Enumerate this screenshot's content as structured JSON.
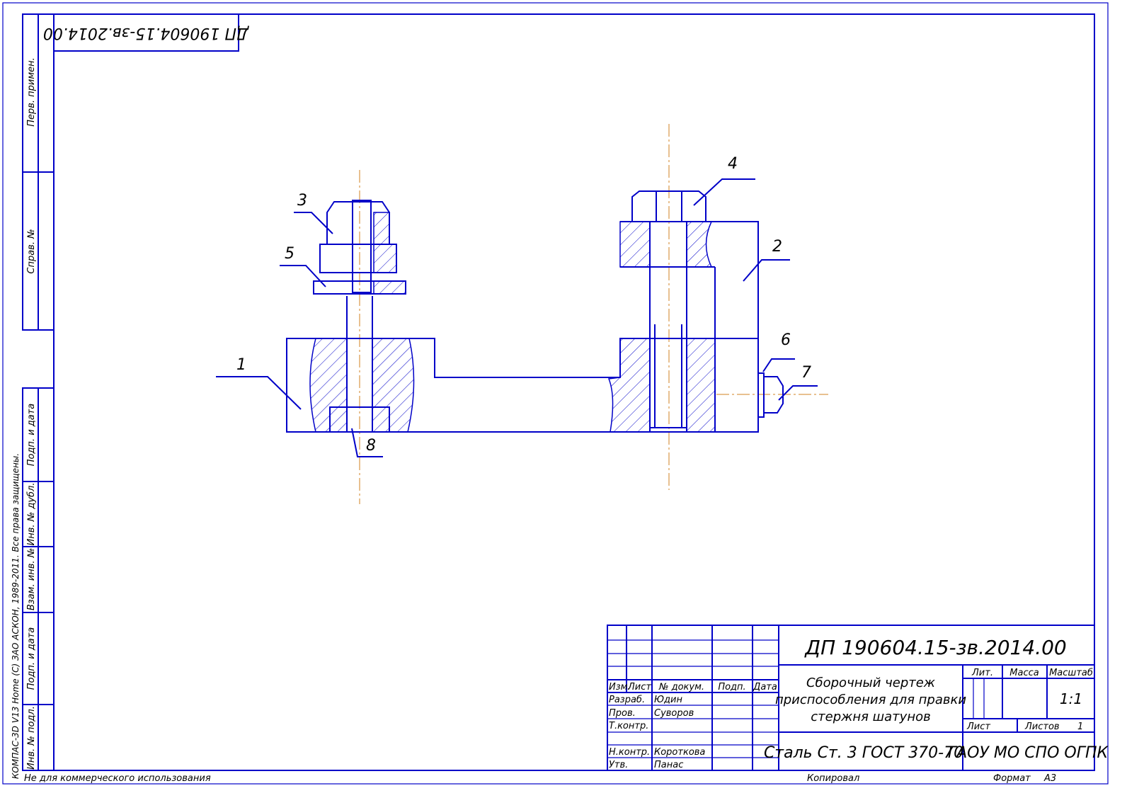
{
  "stamp_rotated": "ДП 190604.15-зв.2014.00",
  "left_strip": {
    "perv_primen": "Перв. примен.",
    "sprav_no": "Справ. №",
    "podp_data_1": "Подп. и дата",
    "inv_dubl": "Инв. № дубл.",
    "vzam_inv": "Взам. инв. №",
    "podp_data_2": "Подп. и дата",
    "inv_podl": "Инв. № подл.",
    "copyright": "КОМПАС-3D V13 Home (С) ЗАО АСКОН, 1989-2011. Все права защищены."
  },
  "callouts": [
    "1",
    "2",
    "3",
    "4",
    "5",
    "6",
    "7",
    "8"
  ],
  "title_block": {
    "designation": "ДП 190604.15-зв.2014.00",
    "name_lines": [
      "Сборочный чертеж",
      "приспособления для правки",
      "стержня шатунов"
    ],
    "material": "Сталь Ст. 3 ГОСТ 370-70",
    "organization": "ГАОУ МО СПО ОГПК",
    "headers": {
      "izm": "Изм.",
      "list": "Лист",
      "doc": "№ докум.",
      "podp": "Подп.",
      "data": "Дата"
    },
    "roles": [
      {
        "role": "Разраб.",
        "name": "Юдин"
      },
      {
        "role": "Пров.",
        "name": "Суворов"
      },
      {
        "role": "Т.контр.",
        "name": ""
      },
      {
        "role": "",
        "name": ""
      },
      {
        "role": "Н.контр.",
        "name": "Короткова"
      },
      {
        "role": "Утв.",
        "name": "Панас"
      }
    ],
    "lit_label": "Лит.",
    "mass_label": "Масса",
    "scale_label": "Масштаб",
    "scale": "1:1",
    "sheet_label": "Лист",
    "sheets_label": "Листов",
    "sheets": "1"
  },
  "footer": {
    "noncommercial": "Не для коммерческого использования",
    "copied": "Копировал",
    "format_label": "Формат",
    "format": "А3"
  }
}
